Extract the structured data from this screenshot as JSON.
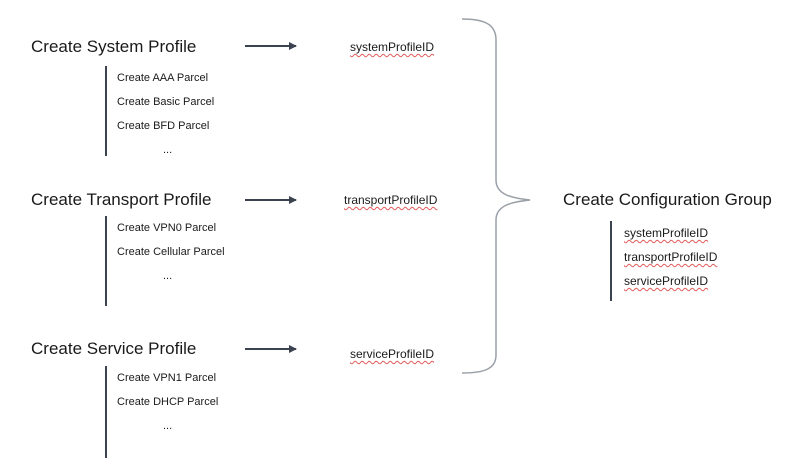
{
  "profiles": [
    {
      "title": "Create System Profile",
      "id_label": "systemProfileID",
      "parcels": [
        "Create AAA Parcel",
        "Create Basic Parcel",
        "Create BFD Parcel",
        "..."
      ]
    },
    {
      "title": "Create Transport Profile",
      "id_label": "transportProfileID",
      "parcels": [
        "Create VPN0 Parcel",
        "Create Cellular Parcel",
        "..."
      ]
    },
    {
      "title": "Create Service Profile",
      "id_label": "serviceProfileID",
      "parcels": [
        "Create VPN1 Parcel",
        "Create DHCP Parcel",
        "..."
      ]
    }
  ],
  "config_group": {
    "title": "Create Configuration Group",
    "items": [
      "systemProfileID",
      "transportProfileID",
      "serviceProfileID"
    ]
  },
  "colors": {
    "arrow": "#3b4350",
    "bracket": "#9aa0a8",
    "spellcheck_underline": "#e05a5a"
  }
}
